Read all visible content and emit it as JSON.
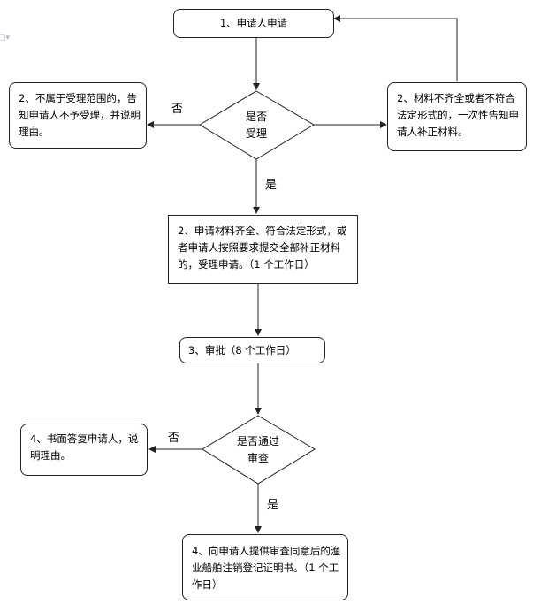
{
  "nodes": {
    "apply": "1、申请人申请",
    "not_in_scope": "2、不属于受理范围的，告知申请人不予受理，并说明理由。",
    "incomplete": "2、材料不齐全或者不符合法定形式的，一次性告知申请人补正材料。",
    "accept": "2、申请材料齐全、符合法定形式，或者申请人按照要求提交全部补正材料的，受理申请。（1 个工作日）",
    "approve": "3、审批（8 个工作日）",
    "reply": "4、书面答复申请人，说明理由。",
    "certificate": "4、向申请人提供审查同意后的渔业船舶注销登记证明书。（1 个工作日）"
  },
  "decisions": {
    "accept_line1": "是否",
    "accept_line2": "受理",
    "pass_line1": "是否通过",
    "pass_line2": "审查"
  },
  "labels": {
    "no_1": "否",
    "yes_1": "是",
    "no_2": "否",
    "yes_2": "是"
  }
}
